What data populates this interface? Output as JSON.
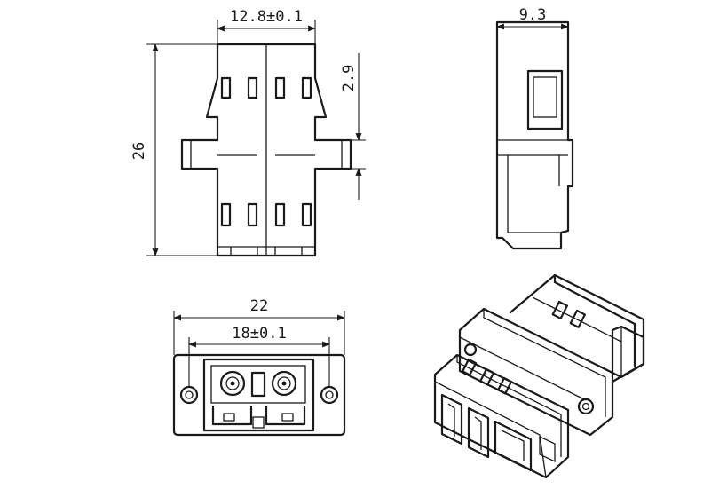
{
  "dimensions": {
    "top_width": "12.8±0.1",
    "height": "26",
    "small_vertical": "2.9",
    "side_width": "9.3",
    "bottom_total_width": "22",
    "bottom_inner_width": "18±0.1"
  }
}
